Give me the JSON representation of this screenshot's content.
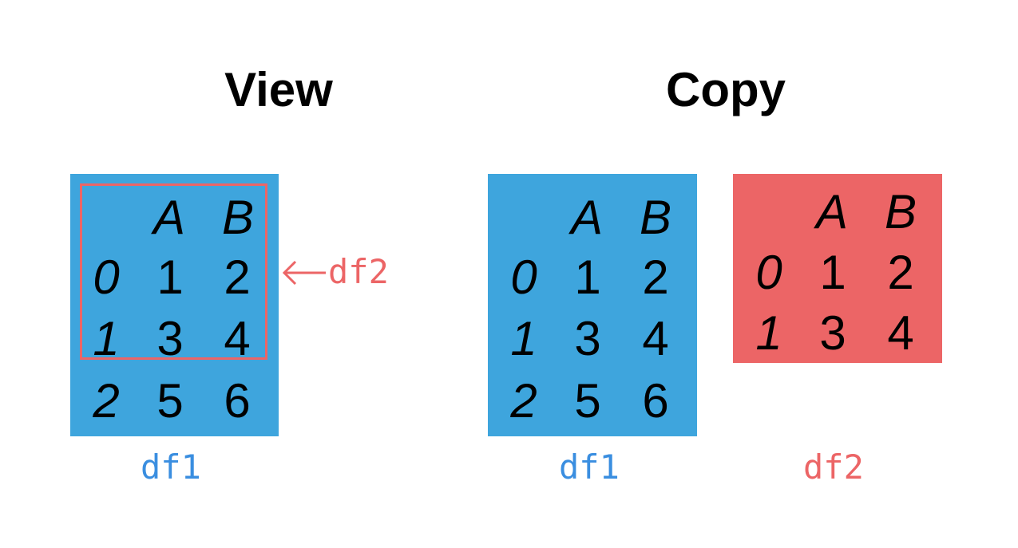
{
  "diagram": {
    "view": {
      "title": "View",
      "df1_label": "df1",
      "df2_label": "df2",
      "arrow": "left-arrow"
    },
    "copy": {
      "title": "Copy",
      "df1_label": "df1",
      "df2_label": "df2"
    },
    "colors": {
      "df1": "#3ea5dd",
      "df2": "#ec6566",
      "df1_label": "#3a8ee0",
      "df2_label": "#ec6566"
    },
    "df1_table": {
      "columns": [
        "A",
        "B"
      ],
      "rows": [
        {
          "index": "0",
          "values": [
            "1",
            "2"
          ]
        },
        {
          "index": "1",
          "values": [
            "3",
            "4"
          ]
        },
        {
          "index": "2",
          "values": [
            "5",
            "6"
          ]
        }
      ]
    },
    "df2_table": {
      "columns": [
        "A",
        "B"
      ],
      "rows": [
        {
          "index": "0",
          "values": [
            "1",
            "2"
          ]
        },
        {
          "index": "1",
          "values": [
            "3",
            "4"
          ]
        }
      ]
    }
  }
}
